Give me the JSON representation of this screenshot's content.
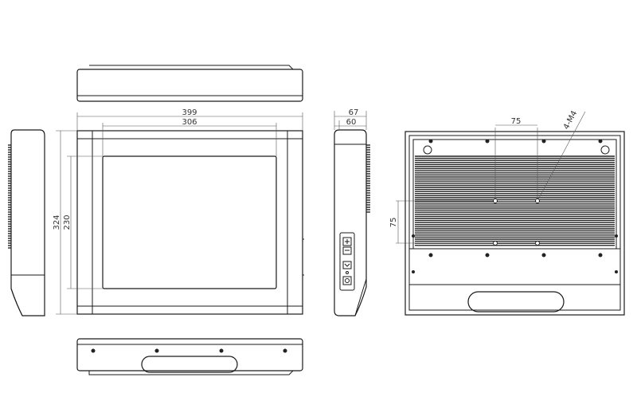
{
  "dimensions": {
    "front_width": "399",
    "screen_width": "306",
    "front_height": "324",
    "screen_height": "230",
    "side_depth": "67",
    "side_depth_inner": "60",
    "vesa_horizontal": "75",
    "vesa_vertical": "75",
    "mount_screws": "4-M4"
  },
  "colors": {
    "line": "#1a1a1a",
    "dimension": "#555555",
    "fins": "#222222"
  },
  "icons": [
    "io-port-icon",
    "usb-port-icon",
    "led-indicator-icon",
    "power-jack-icon"
  ]
}
